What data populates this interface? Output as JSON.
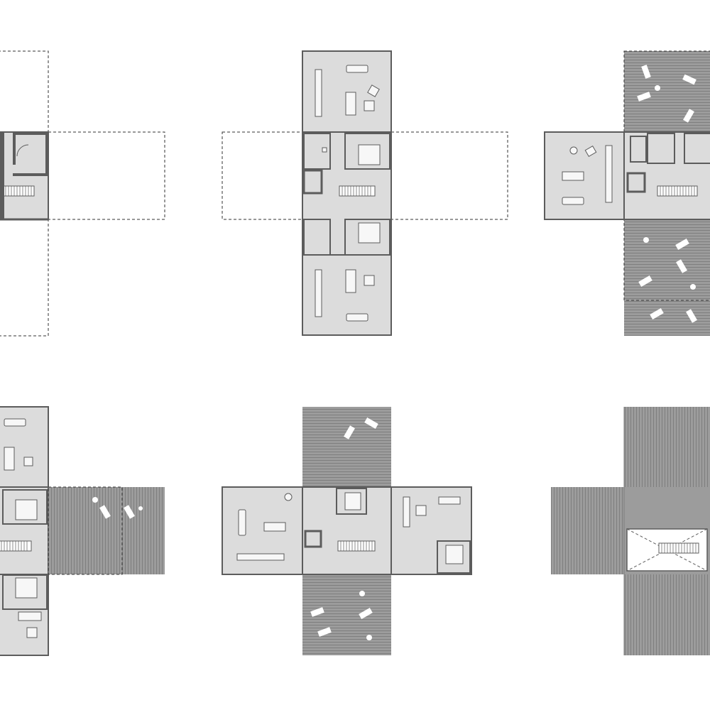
{
  "figure": {
    "background": "#ffffff",
    "colors": {
      "interior_fill": "#dcdcdc",
      "wall": "#5c5c5c",
      "deck_fill": "#9c9c9c",
      "deck_line": "#7e7e7e",
      "dashed_outline": "#333333",
      "furniture_fill": "#f7f7f7"
    },
    "panels": [
      {
        "id": "panel-1",
        "description_key": "single-module-core"
      },
      {
        "id": "panel-2",
        "description_key": "vertical-wing-plan"
      },
      {
        "id": "panel-3",
        "description_key": "horizontal-wing-with-decks"
      },
      {
        "id": "panel-4",
        "description_key": "edge-vertical-with-deck"
      },
      {
        "id": "panel-5",
        "description_key": "horizontal-plan-with-decks"
      },
      {
        "id": "panel-6",
        "description_key": "roof-with-skylight"
      }
    ]
  }
}
